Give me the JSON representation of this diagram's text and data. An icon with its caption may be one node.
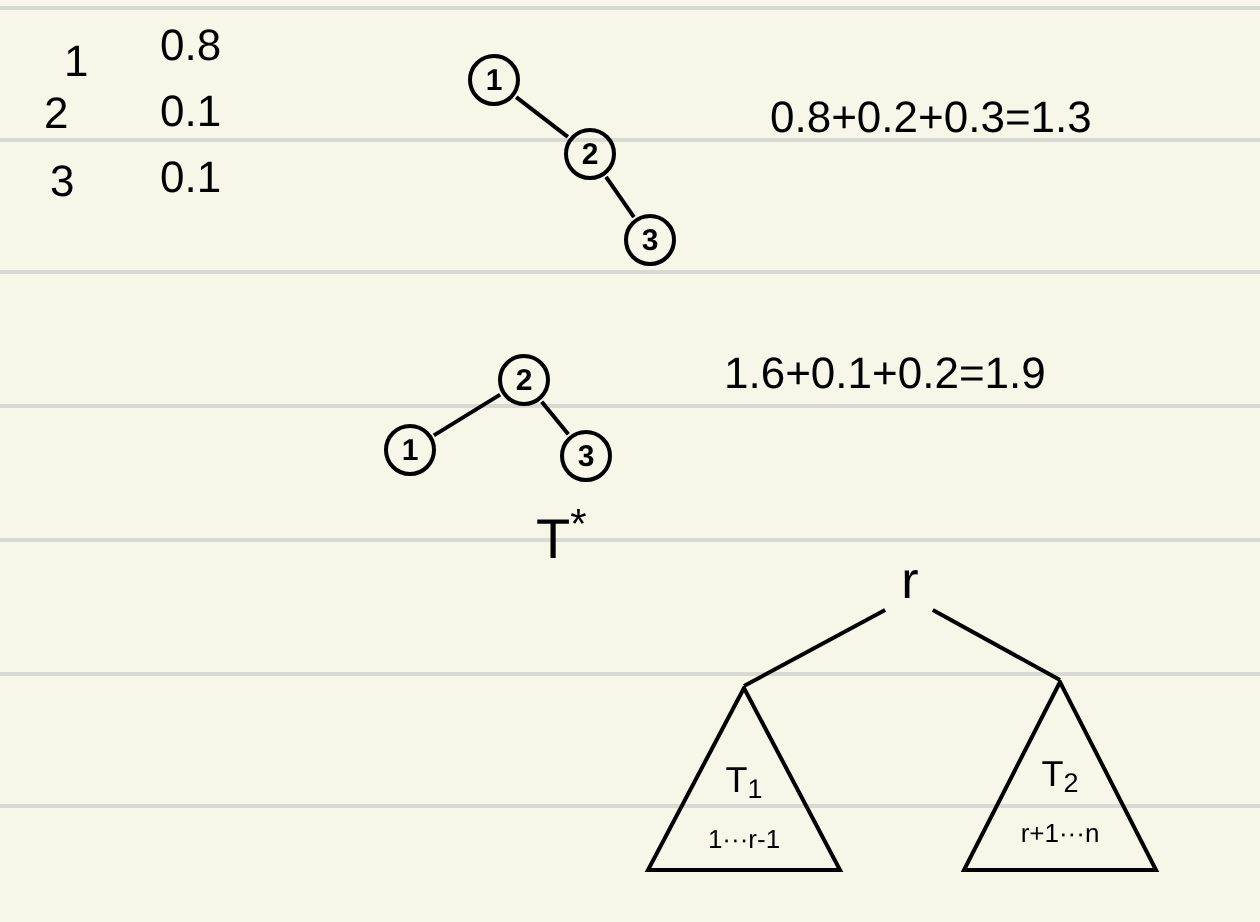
{
  "diagram": {
    "nodes": [
      {
        "text": [
          "1"
        ]
      },
      {
        "text": [
          "2"
        ]
      },
      {
        "text": [
          "3"
        ]
      },
      {
        "text": [
          "2"
        ]
      },
      {
        "text": [
          "1"
        ]
      },
      {
        "text": [
          "3"
        ]
      },
      {
        "text": [
          "r"
        ]
      },
      {
        "text": [
          "T$_{1}$",
          "1···r-1"
        ]
      },
      {
        "text": [
          "T$_{2}$",
          "r+1···n"
        ]
      }
    ],
    "edges": [
      {
        "from": 0,
        "to": 1,
        "arrow": "none"
      },
      {
        "from": 1,
        "to": 2,
        "arrow": "none"
      },
      {
        "from": 3,
        "to": 4,
        "arrow": "none"
      },
      {
        "from": 3,
        "to": 5,
        "arrow": "none"
      },
      {
        "from": 6,
        "to": 7,
        "arrow": "none"
      },
      {
        "from": 6,
        "to": 8,
        "arrow": "none"
      }
    ],
    "labels": [
      "1",
      "0.8",
      "2",
      "0.1",
      "3",
      "0.1",
      "0.8+0.2+0.3=1.3",
      "1.6+0.1+0.2=1.9",
      "T$^{*}$"
    ]
  }
}
